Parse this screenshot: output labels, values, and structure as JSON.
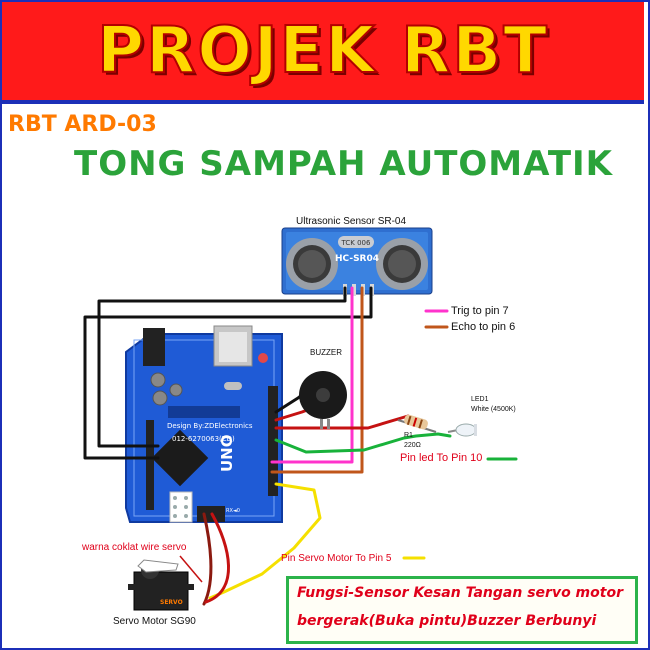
{
  "header": {
    "title": "PROJEK RBT"
  },
  "project": {
    "code": "RBT ARD-03",
    "title": "TONG SAMPAH AUTOMATIK"
  },
  "sensor": {
    "caption": "Ultrasonic Sensor SR-04",
    "board_text": "HC-SR04",
    "crystal_text": "TCK 006"
  },
  "legend": {
    "trig": "Trig to pin 7",
    "echo": "Echo to pin 6",
    "trig_color": "#ff33cc",
    "echo_color": "#c0561b"
  },
  "buzzer": {
    "label": "BUZZER"
  },
  "led": {
    "name": "LED1",
    "desc": "White (4500K)"
  },
  "resistor": {
    "name": "R1",
    "value": "220Ω"
  },
  "arduino": {
    "design_text": "Design By:ZDElectronics",
    "phone_text": "012-6270063(ZD)",
    "model_text": "UNO",
    "rx_text": "RX◄0"
  },
  "labels": {
    "pin_led": "Pin led To Pin 10",
    "servo_wire": "warna coklat wire servo",
    "pin_servo": "Pin Servo Motor To Pin 5"
  },
  "servo": {
    "caption": "Servo Motor SG90",
    "brand_text": "SERVO"
  },
  "note": {
    "line1": "Fungsi-Sensor Kesan Tangan servo motor",
    "line2": "bergerak(Buka pintu)Buzzer Berbunyi"
  },
  "colors": {
    "banner_bg": "#ff1a1a",
    "banner_text": "#ffd800",
    "border": "#1c2fb8",
    "title_green": "#2ba33a",
    "code_orange": "#ff7a00",
    "note_red": "#e0001a",
    "wire_black": "#111111",
    "wire_brown": "#8b1a10",
    "wire_green": "#18b23a",
    "wire_yellow": "#f5e000",
    "arduino_blue": "#1f5bd6"
  }
}
